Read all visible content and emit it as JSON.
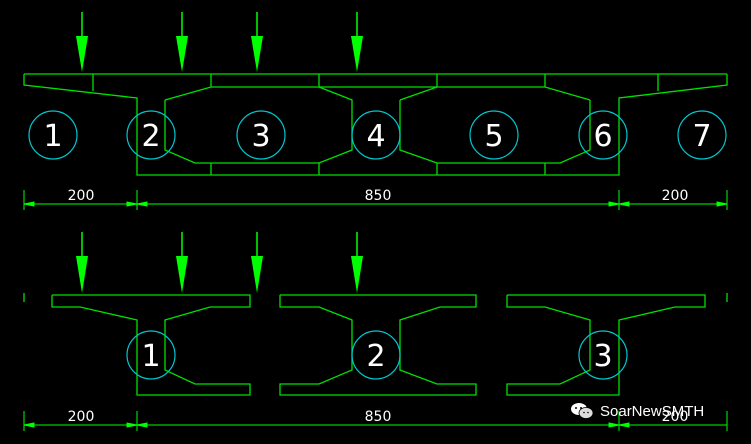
{
  "colors": {
    "background": "#000000",
    "section": "#00e000",
    "load": "#00ff00",
    "circle": "#00c8d0",
    "text": "#ffffff",
    "dim": "#00ff00"
  },
  "top_diagram": {
    "labels": [
      "1",
      "2",
      "3",
      "4",
      "5",
      "6",
      "7"
    ],
    "dims": [
      "200",
      "850",
      "200"
    ]
  },
  "bottom_diagram": {
    "labels": [
      "1",
      "2",
      "3"
    ],
    "dims": [
      "200",
      "850",
      "200"
    ]
  },
  "watermark": {
    "text": "SoarNewSMTH",
    "icon": "wechat-icon"
  }
}
